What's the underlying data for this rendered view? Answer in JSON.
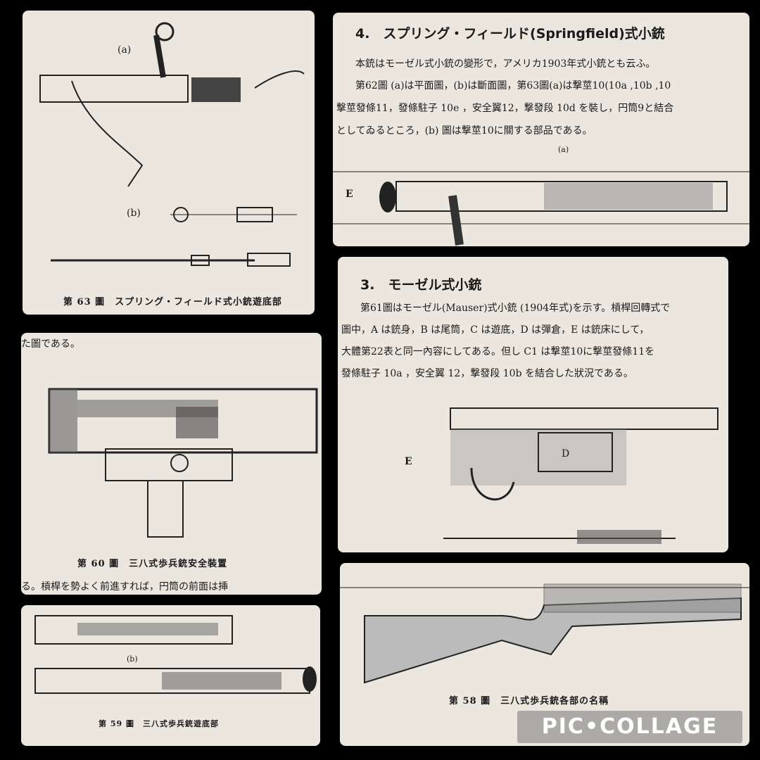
{
  "panels": {
    "fig63": {
      "label_a": "(a)",
      "label_b": "(b)",
      "caption": "第 63 圖　スプリング・フィールド式小銃遊底部"
    },
    "springfield": {
      "heading": "4.　スプリング・フィールド(Springfield)式小銃",
      "lines": [
        "本銃はモーゼル式小銃の變形で，アメリカ1903年式小銃とも云ふ。",
        "第62圖 (a)は平面圖，(b)は斷面圖，第63圖(a)は撃莖10(10a ,10b ,10",
        "撃莖發條11，發條駐子 10e ，安全翼12，撃發段 10d を裝し，円筒9と結合",
        "としてゐるところ，(b) 圖は撃莖10に關する部品である。"
      ],
      "label_a": "(a)",
      "label_e": "E"
    },
    "fig60": {
      "top_text": "た圖である。",
      "caption": "第 60 圖　三八式歩兵銃安全裝置",
      "bottom_text": "る。槓桿を勢よく前進すれば，円筒の前面は挿"
    },
    "mauser": {
      "heading": "3.　モーゼル式小銃",
      "lines": [
        "第61圖はモーゼル(Mauser)式小銃 (1904年式)を示す。槓桿回轉式で",
        "圖中，A は銃身，B は尾筒，C は遊底，D は彈倉，E は銃床にして，",
        "大體第22表と同一內容にしてある。但し C1 は撃莖10に撃莖發條11を",
        "發條駐子 10a ，安全翼 12，撃發段 10b を結合した狀況である。"
      ],
      "label_e": "E",
      "label_d": "D"
    },
    "fig59": {
      "label_b": "(b)",
      "caption": "第 59 圖　三八式歩兵銃遊底部"
    },
    "fig58": {
      "caption": "第 58 圖　三八式歩兵銃各部の名稱"
    }
  },
  "watermark": "PIC•COLLAGE"
}
